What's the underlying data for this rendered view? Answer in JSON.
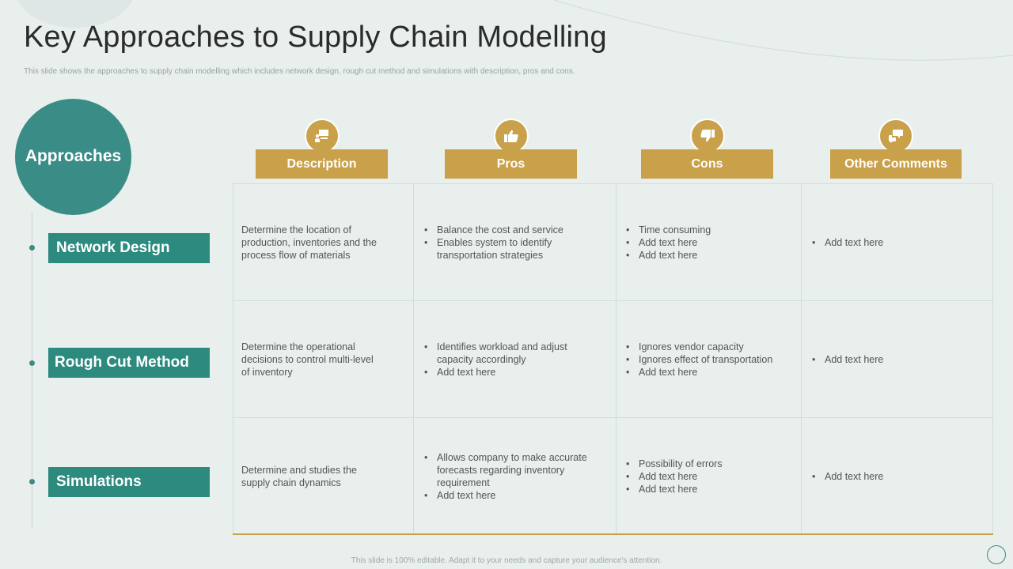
{
  "title": "Key Approaches to Supply Chain Modelling",
  "subtitle": "This slide shows the approaches to supply chain modelling  which includes network design, rough cut method and simulations with description, pros and cons.",
  "approaches_label": "Approaches",
  "columns": [
    {
      "label": "Description",
      "icon": "presentation-icon"
    },
    {
      "label": "Pros",
      "icon": "thumbs-up-icon"
    },
    {
      "label": "Cons",
      "icon": "thumbs-down-icon"
    },
    {
      "label": "Other Comments",
      "icon": "chat-bubbles-icon"
    }
  ],
  "rows": [
    {
      "label": "Network Design",
      "description": [
        "Determine the location of",
        "production, inventories  and the",
        "process flow of materials"
      ],
      "pros": [
        "Balance the cost and service",
        "Enables system to identify transportation  strategies"
      ],
      "cons": [
        "Time consuming",
        "Add text here",
        "Add text here"
      ],
      "comments": [
        "Add text here"
      ]
    },
    {
      "label": "Rough Cut Method",
      "description": [
        "Determine the operational",
        "decisions to control multi-level",
        "of inventory"
      ],
      "pros": [
        "Identifies workload and adjust capacity accordingly",
        "Add text here"
      ],
      "cons": [
        "Ignores vendor capacity",
        "Ignores effect of transportation",
        "Add text here"
      ],
      "comments": [
        "Add text here"
      ]
    },
    {
      "label": "Simulations",
      "description": [
        "Determine and studies the",
        "supply chain dynamics"
      ],
      "pros": [
        "Allows company to make accurate forecasts regarding  inventory requirement",
        "Add text here"
      ],
      "cons": [
        "Possibility of errors",
        "Add text here",
        "Add text here"
      ],
      "comments": [
        "Add text here"
      ]
    }
  ],
  "footer": "This slide is 100% editable. Adapt it to your needs and capture your audience's attention.",
  "colors": {
    "teal": "#2d8a7f",
    "gold": "#c9a14a",
    "background": "#e8efed"
  }
}
